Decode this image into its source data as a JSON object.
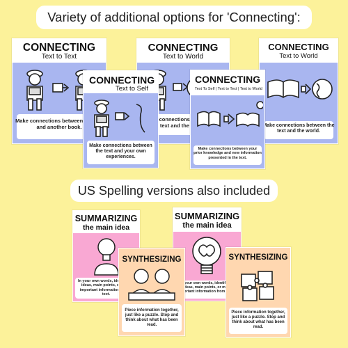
{
  "header": {
    "title": "Variety of additional options for 'Connecting':"
  },
  "mid_header": {
    "title": "US Spelling versions also included"
  },
  "cards": {
    "text_to_text": {
      "title": "CONNECTING",
      "subtitle": "Text to Text",
      "desc": "Make connections between the text and another book."
    },
    "text_to_self": {
      "title": "CONNECTING",
      "subtitle": "Text to Self",
      "desc": "Make connections between the text and your own experiences."
    },
    "text_to_world_a": {
      "title": "CONNECTING",
      "subtitle": "Text to World",
      "desc": "Make connections between the text and the world."
    },
    "combined": {
      "title": "CONNECTING",
      "subtitle": "Text To Self | Text to Text | Text to World",
      "desc": "Make connections between your prior knowledge and new information presented in the text."
    },
    "text_to_world_b": {
      "title": "CONNECTING",
      "subtitle": "Text to World",
      "desc": "Make connections between the text and the world."
    },
    "summarizing_a": {
      "title": "SUMMARIZING",
      "subtitle": "the main idea",
      "desc": "In your own words, identify the ideas, main points, or most important information from a text."
    },
    "synthesizing_a": {
      "title": "SYNTHESIZING",
      "desc": "Piece information together, just like a puzzle. Stop and think about what has been read."
    },
    "summarizing_b": {
      "title": "SUMMARIZING",
      "subtitle": "the main idea",
      "desc": "In your own words, identify the ideas, main points, or most important information from a text."
    },
    "synthesizing_b": {
      "title": "SYNTHESIZING",
      "desc": "Piece information together, just like a puzzle. Stop and think about what has been read."
    }
  },
  "colors": {
    "background": "#fcf29a",
    "blue_card": "#a9b6f0",
    "pink_card": "#f9a8d3",
    "peach_card": "#ffd7b0",
    "title_pink": "#b10b6a"
  }
}
